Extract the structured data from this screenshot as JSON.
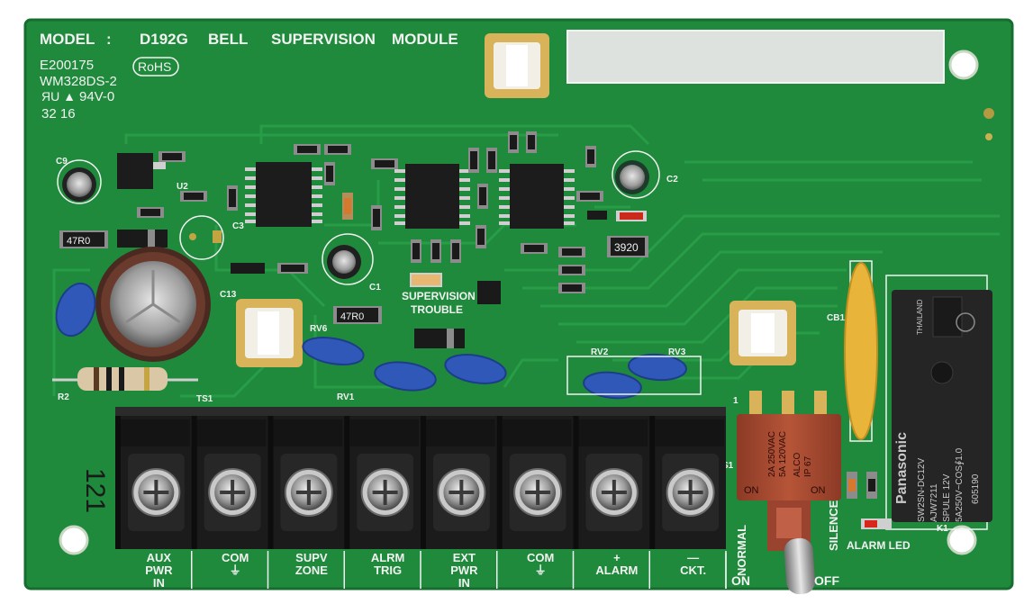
{
  "board": {
    "header": {
      "model": "MODEL",
      "colon": ":",
      "part": "D192G",
      "word1": "BELL",
      "word2": "SUPERVISION",
      "word3": "MODULE"
    },
    "cert": {
      "line1": "E200175",
      "line2": "WM328DS-2",
      "rohs": "RoHS",
      "ul": "94V-0",
      "date": "32 16"
    },
    "refs": {
      "c9": "C9",
      "u2": "U2",
      "c3": "C3",
      "c13": "C13",
      "c1": "C1",
      "c2": "C2",
      "rv6": "RV6",
      "rv1": "RV1",
      "rv2": "RV2",
      "rv3": "RV3",
      "r2": "R2",
      "ts1": "TS1",
      "cb1": "CB1",
      "k1": "K1",
      "s1": "S1",
      "pin1": "1",
      "side": "121"
    },
    "resistors": {
      "r47a": "47R0",
      "r47b": "47R0",
      "r3920": "3920"
    },
    "led": {
      "line1": "SUPERVISION",
      "line2": "TROUBLE",
      "alarm": "ALARM LED"
    }
  },
  "terminals": [
    {
      "line1": "AUX",
      "line2": "PWR",
      "line3": "IN"
    },
    {
      "line1": "COM",
      "line2": "⏚",
      "line3": ""
    },
    {
      "line1": "SUPV",
      "line2": "ZONE",
      "line3": ""
    },
    {
      "line1": "ALRM",
      "line2": "TRIG",
      "line3": ""
    },
    {
      "line1": "EXT",
      "line2": "PWR",
      "line3": "IN"
    },
    {
      "line1": "COM",
      "line2": "⏚",
      "line3": ""
    },
    {
      "line1": "+",
      "line2": "ALARM",
      "line3": ""
    },
    {
      "line1": "—",
      "line2": "CKT.",
      "line3": ""
    }
  ],
  "switch": {
    "normal": "NORMAL",
    "silence": "SILENCE",
    "on": "ON",
    "off": "OFF",
    "body1": "2A 250VAC",
    "body2": "5A 120VAC",
    "body3": "ALCO",
    "body4": "IP 67",
    "onleft": "ON",
    "onright": "ON"
  },
  "relay": {
    "brand": "Panasonic",
    "model": "SW2SN-DC12V",
    "l2": "AJW7211",
    "l3": "SPULE 12V",
    "l4": "5A250V~COS∮1.0",
    "l5": "605190",
    "country": "THAILAND"
  },
  "colors": {
    "pcb": "#1f8a3c",
    "pcb_dark": "#187531",
    "trace": "#2a9a47",
    "silk": "#f2f2f2",
    "terminal": "#1b1b1b",
    "varistor": "#2f58b8",
    "relay": "#252525",
    "switch": "#a94a33"
  }
}
